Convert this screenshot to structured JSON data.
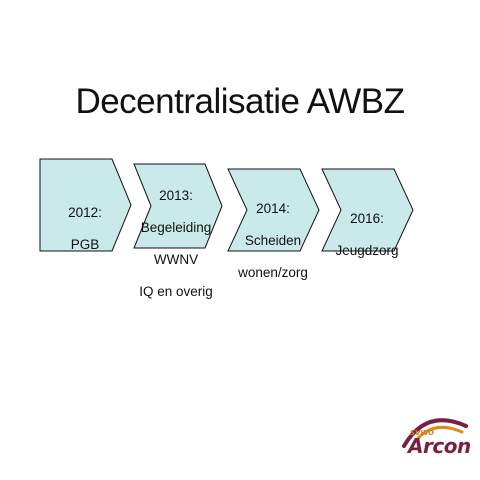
{
  "title": "Decentralisatie AWBZ",
  "steps": [
    {
      "lines": [
        "2012:",
        "PGB"
      ]
    },
    {
      "lines": [
        "2013:",
        "Begeleiding",
        "WWNV",
        "IQ en overig"
      ]
    },
    {
      "lines": [
        "2014:",
        "Scheiden",
        "wonen/zorg"
      ]
    },
    {
      "lines": [
        "2016:",
        "Jeugdzorg"
      ]
    }
  ],
  "colors": {
    "chevron_fill": "#c9e9ea",
    "chevron_stroke": "#111111",
    "logo_arc_outer": "#7a1f44",
    "logo_arc_inner": "#e08a1e",
    "logo_text": "#7a1f44"
  },
  "logo": {
    "sub": "SVWO",
    "main": "Arcon"
  }
}
